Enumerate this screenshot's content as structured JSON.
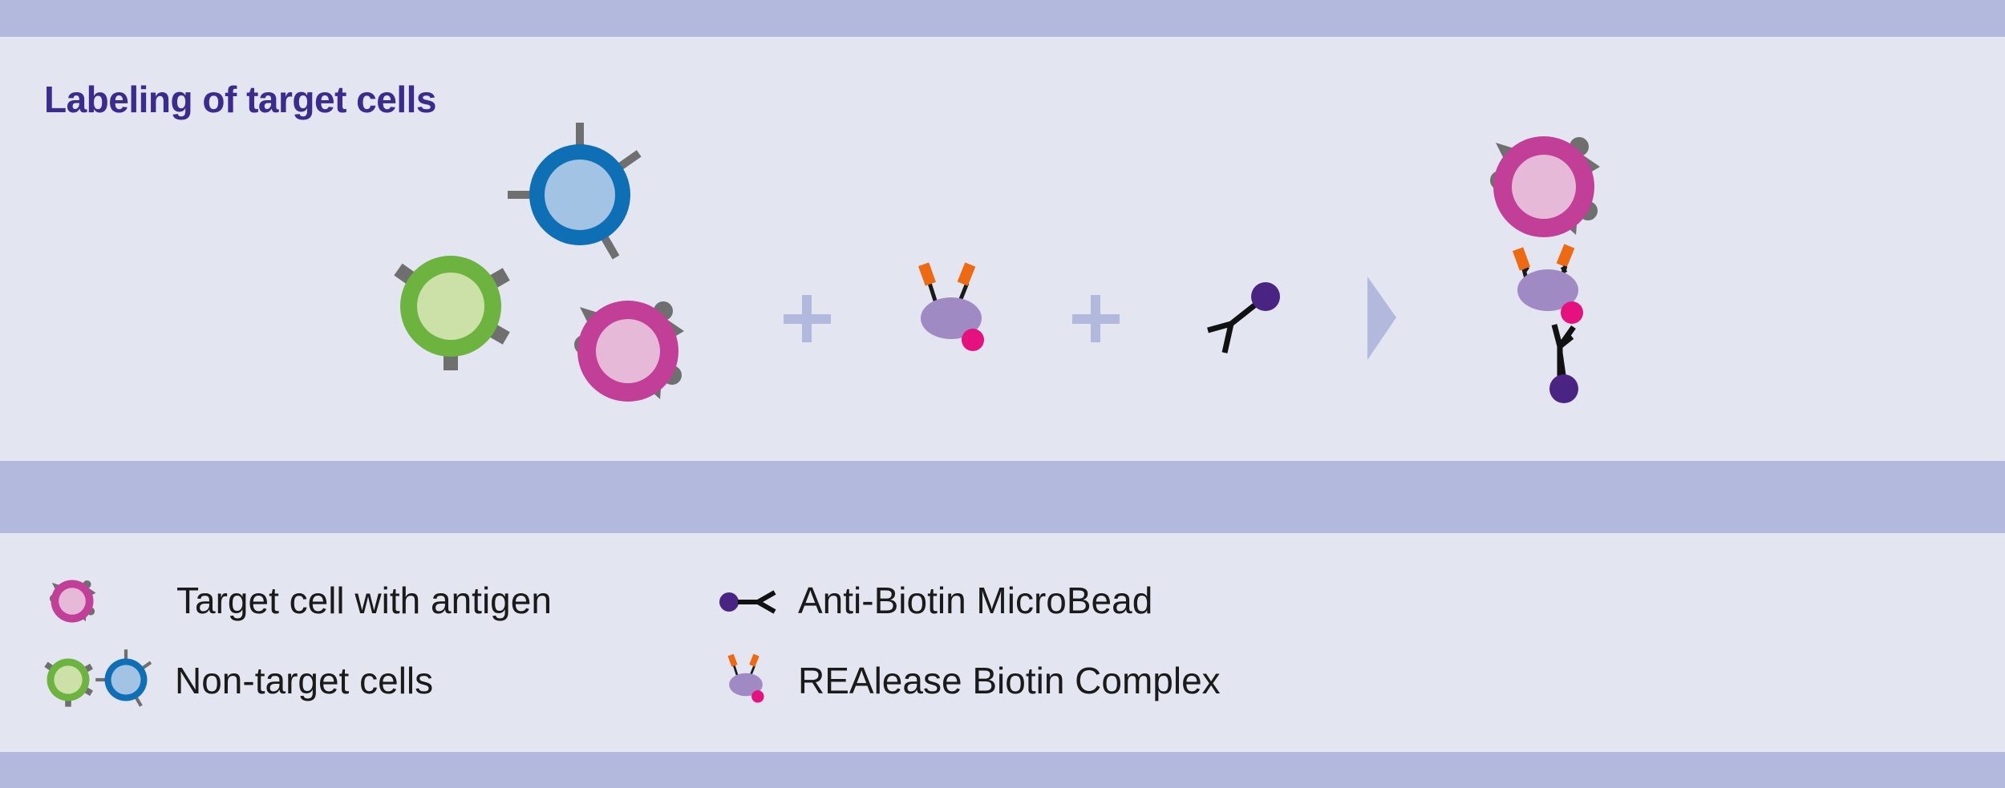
{
  "title": "Labeling of target cells",
  "legend": {
    "target_cell": "Target cell with antigen",
    "non_target_cells": "Non-target cells",
    "microbead": "Anti-Biotin MicroBead",
    "biotin_complex": "REAlease Biotin Complex"
  },
  "colors": {
    "background": "#e3e5f1",
    "band": "#b3b9dc",
    "title": "#3b2b8e",
    "target_cell_outer": "#c23f98",
    "target_cell_inner": "#e6b9d9",
    "green_cell_outer": "#6db33f",
    "green_cell_inner": "#cbe1a8",
    "blue_cell_outer": "#0f6fb5",
    "blue_cell_inner": "#a3c3e4",
    "antigen": "#6f6f6f",
    "complex_body": "#a08ac4",
    "biotin_dot": "#e4117f",
    "orange_tag": "#ee6a12",
    "bead": "#4a2483",
    "operator": "#b3b9dc"
  },
  "operators": [
    "+",
    "+",
    "→"
  ]
}
